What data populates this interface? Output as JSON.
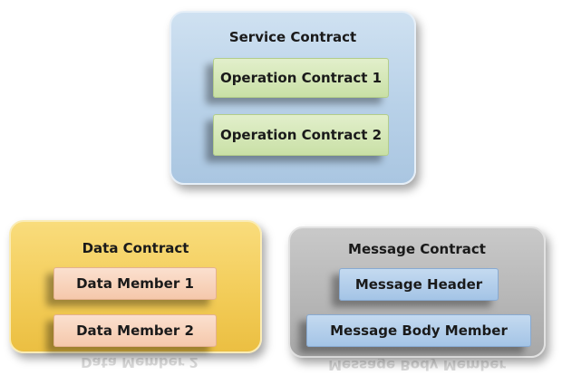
{
  "service_contract": {
    "title": "Service Contract",
    "operations": [
      "Operation Contract 1",
      "Operation Contract 2"
    ]
  },
  "data_contract": {
    "title": "Data Contract",
    "members": [
      "Data Member 1",
      "Data Member 2"
    ]
  },
  "message_contract": {
    "title": "Message Contract",
    "parts": [
      "Message Header",
      "Message Body Member"
    ]
  },
  "colors": {
    "service_panel": "#b8d1e8",
    "operation_box": "#c9e0a6",
    "data_panel": "#f2cb56",
    "data_member_box": "#f5c8ab",
    "message_panel": "#b5b5b5",
    "message_part_box": "#a4c4e6"
  }
}
